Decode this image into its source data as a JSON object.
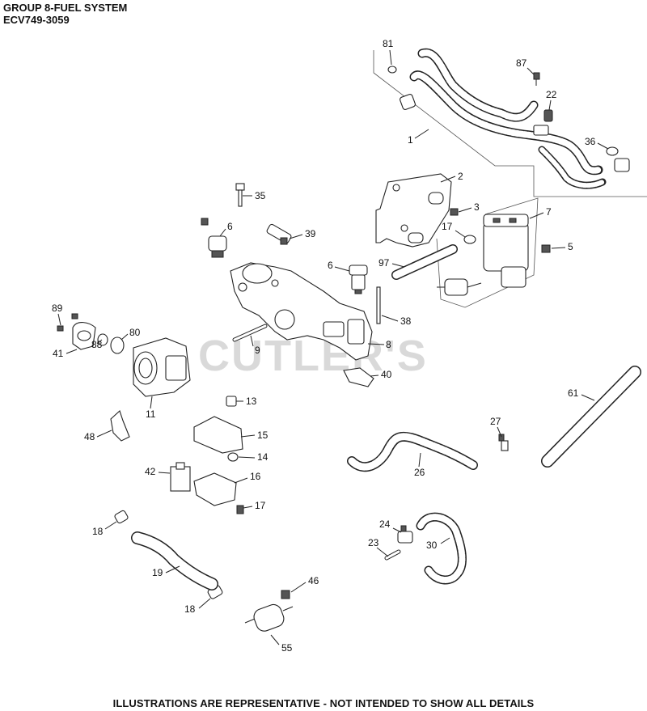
{
  "header": {
    "group_title": "GROUP 8-FUEL SYSTEM",
    "model": "ECV749-3059"
  },
  "watermark": "CUTLER'S",
  "footer": "ILLUSTRATIONS ARE REPRESENTATIVE - NOT INTENDED TO SHOW ALL DETAILS",
  "callouts": [
    {
      "id": "c81",
      "label": "81"
    },
    {
      "id": "c87",
      "label": "87"
    },
    {
      "id": "c22",
      "label": "22"
    },
    {
      "id": "c1",
      "label": "1"
    },
    {
      "id": "c36",
      "label": "36"
    },
    {
      "id": "c2",
      "label": "2"
    },
    {
      "id": "c35",
      "label": "35"
    },
    {
      "id": "c3",
      "label": "3"
    },
    {
      "id": "c7",
      "label": "7"
    },
    {
      "id": "c17a",
      "label": "17"
    },
    {
      "id": "c6a",
      "label": "6"
    },
    {
      "id": "c39",
      "label": "39"
    },
    {
      "id": "c5",
      "label": "5"
    },
    {
      "id": "c97",
      "label": "97"
    },
    {
      "id": "c6b",
      "label": "6"
    },
    {
      "id": "c89",
      "label": "89"
    },
    {
      "id": "c38",
      "label": "38"
    },
    {
      "id": "c80",
      "label": "80"
    },
    {
      "id": "c41",
      "label": "41"
    },
    {
      "id": "c9",
      "label": "9"
    },
    {
      "id": "c8",
      "label": "8"
    },
    {
      "id": "c88",
      "label": "88"
    },
    {
      "id": "c40",
      "label": "40"
    },
    {
      "id": "c11",
      "label": "11"
    },
    {
      "id": "c13",
      "label": "13"
    },
    {
      "id": "c61",
      "label": "61"
    },
    {
      "id": "c48",
      "label": "48"
    },
    {
      "id": "c15",
      "label": "15"
    },
    {
      "id": "c27",
      "label": "27"
    },
    {
      "id": "c14",
      "label": "14"
    },
    {
      "id": "c42",
      "label": "42"
    },
    {
      "id": "c26",
      "label": "26"
    },
    {
      "id": "c16",
      "label": "16"
    },
    {
      "id": "c17b",
      "label": "17"
    },
    {
      "id": "c18a",
      "label": "18"
    },
    {
      "id": "c24",
      "label": "24"
    },
    {
      "id": "c30",
      "label": "30"
    },
    {
      "id": "c23",
      "label": "23"
    },
    {
      "id": "c19",
      "label": "19"
    },
    {
      "id": "c46",
      "label": "46"
    },
    {
      "id": "c18b",
      "label": "18"
    },
    {
      "id": "c55",
      "label": "55"
    }
  ]
}
